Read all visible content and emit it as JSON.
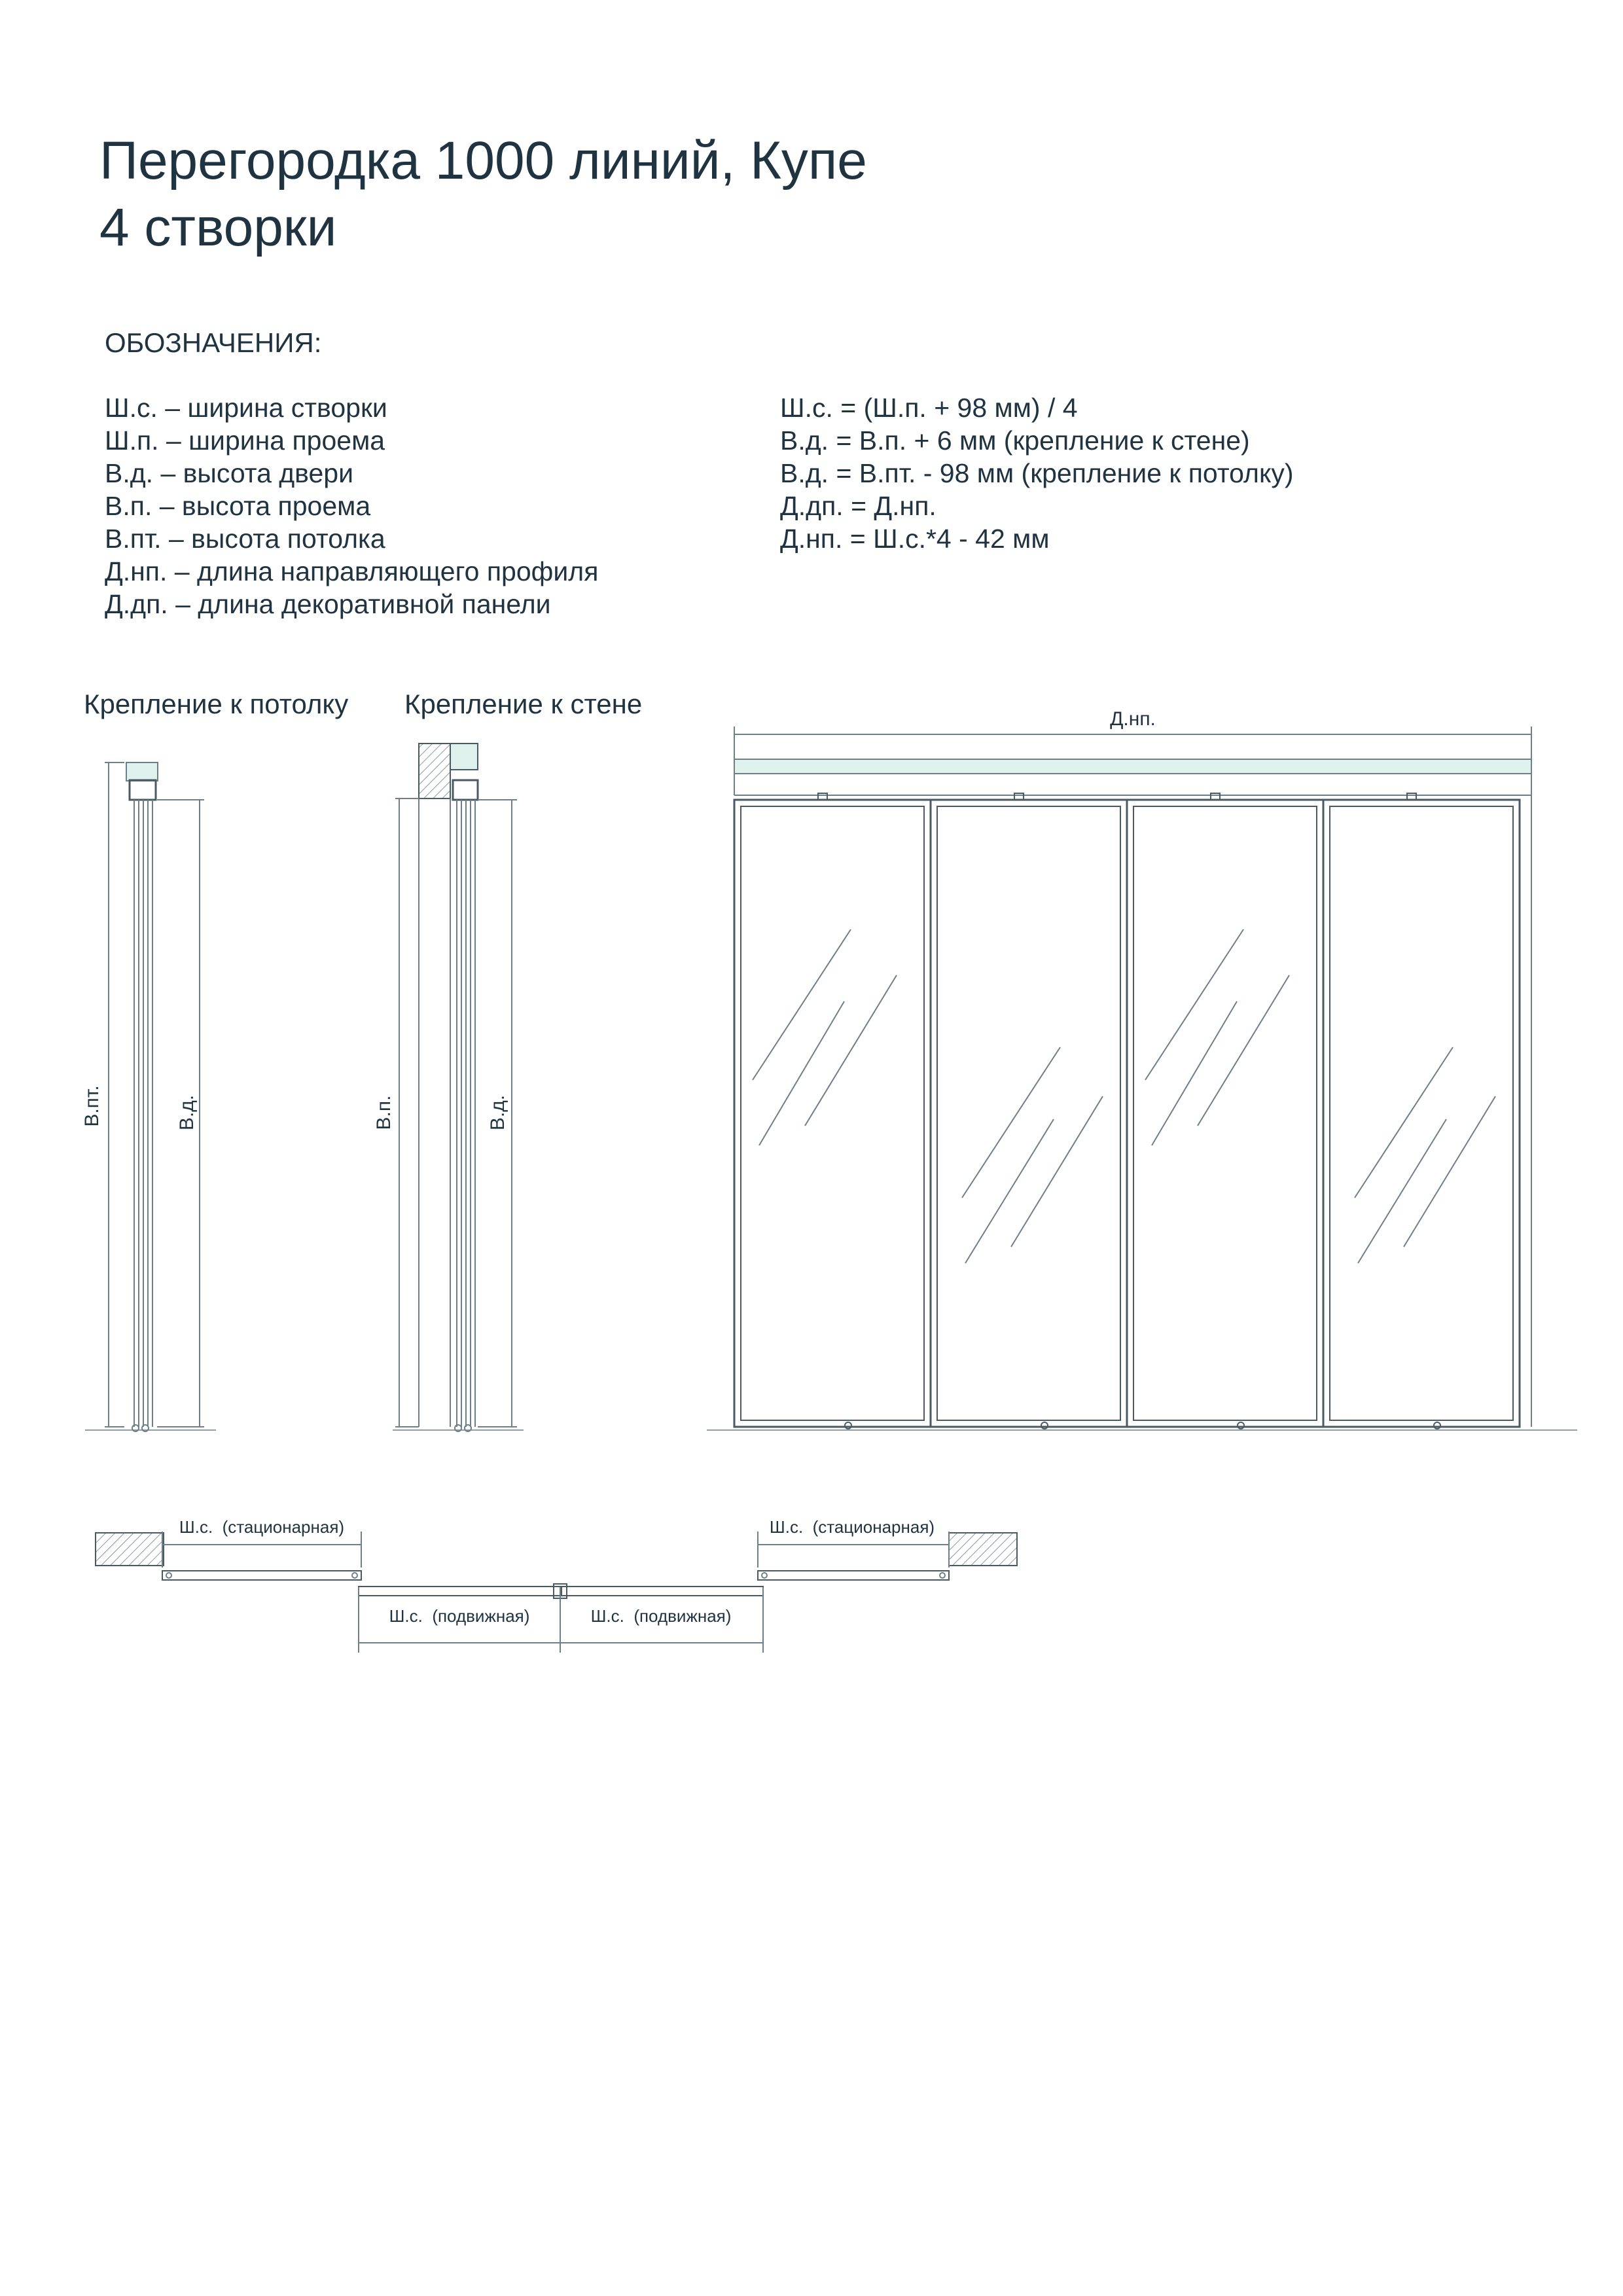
{
  "title": {
    "line1": "Перегородка 1000 линий, Купе",
    "line2": "4 створки"
  },
  "legend": {
    "heading": "ОБОЗНАЧЕНИЯ:",
    "definitions": [
      "Ш.с. – ширина створки",
      "Ш.п. – ширина проема",
      "В.д. – высота двери",
      "В.п. – высота проема",
      "В.пт. – высота потолка",
      "Д.нп. – длина направляющего профиля",
      "Д.дп. – длина декоративной панели"
    ],
    "formulas": [
      "Ш.с. = (Ш.п. + 98 мм) / 4",
      "В.д. = В.п. + 6 мм (крепление к стене)",
      "В.д. = В.пт. - 98 мм (крепление к потолку)",
      "Д.дп. = Д.нп.",
      "Д.нп. = Ш.с.*4 - 42 мм"
    ]
  },
  "section_ceiling": {
    "caption": "Крепление к потолку",
    "dim_left": "В.пт.",
    "dim_right": "В.д."
  },
  "section_wall": {
    "caption": "Крепление к стене",
    "dim_left": "В.п.",
    "dim_right": "В.д."
  },
  "elevation": {
    "dim_top": "Д.нп.",
    "panel_count": 4
  },
  "plan": {
    "left_fixed": "Ш.с.  (стационарная)",
    "right_fixed": "Ш.с.  (стационарная)",
    "sliding_1": "Ш.с.  (подвижная)",
    "sliding_2": "Ш.с.  (подвижная)"
  },
  "colors": {
    "text": "#1f3340",
    "line": "#6d7f88",
    "profile_fill": "#dff2ee",
    "frame": "#4a5a62"
  }
}
